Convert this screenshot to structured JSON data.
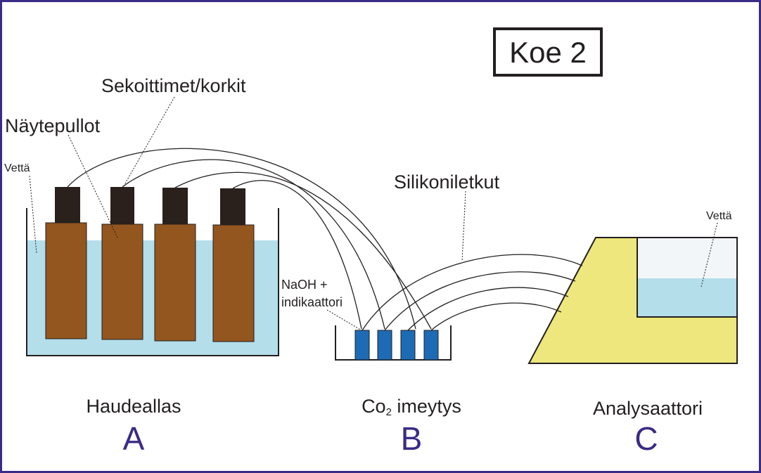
{
  "title": "Koe 2",
  "labels": {
    "water_left": "Vettä",
    "water_right": "Vettä",
    "sample_bottles": "Näytepullot",
    "stirrers_caps": "Sekoittimet/korkit",
    "silicone_tubes": "Silikoniletkut",
    "naoh_line1": "NaOH +",
    "naoh_line2": "indikaattori"
  },
  "sections": {
    "a_name": "Haudeallas",
    "a_letter": "A",
    "b_name_main": "Co",
    "b_name_sub": "2",
    "b_name_rest": " imeytys",
    "b_letter": "B",
    "c_name": "Analysaattori",
    "c_letter": "C"
  },
  "colors": {
    "background": "#ffffff",
    "frame": "#3b2a86",
    "water": "#b3deea",
    "bottle": "#93561f",
    "cap": "#2a201c",
    "absorber": "#1e6bb5",
    "analyzer": "#ede77d",
    "letters": "#3b2a86"
  }
}
